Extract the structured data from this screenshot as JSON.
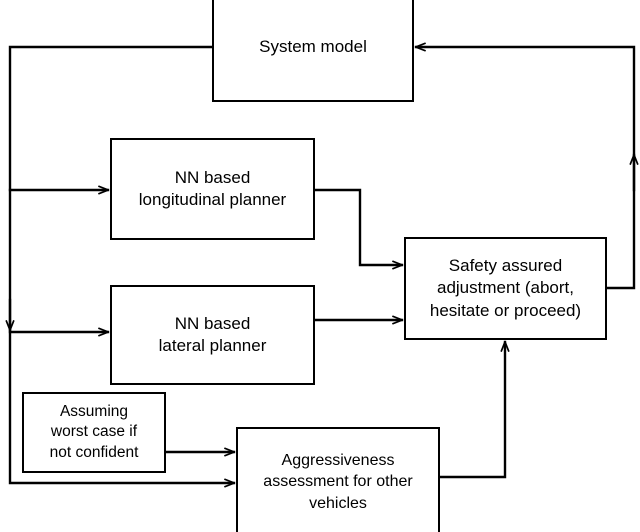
{
  "diagram": {
    "type": "block-flow-diagram",
    "title": "Safety assured neural-network motion planning architecture",
    "background_color": "#ffffff",
    "line_color": "#000000",
    "text_color": "#000000",
    "nodes": [
      {
        "id": "system-model",
        "label": "System model",
        "shape": "rectangle"
      },
      {
        "id": "nn-longitudinal-planner",
        "label": "NN based\nlongitudinal planner",
        "shape": "rectangle"
      },
      {
        "id": "nn-lateral-planner",
        "label": "NN based\nlateral planner",
        "shape": "rectangle"
      },
      {
        "id": "safety-assured-adjustment",
        "label": "Safety assured\nadjustment (abort,\nhesitate or proceed)",
        "shape": "rectangle"
      },
      {
        "id": "assuming-worst-case",
        "label": "Assuming\nworst case if\nnot confident",
        "shape": "rectangle"
      },
      {
        "id": "aggressiveness-assessment",
        "label": "Aggressiveness\nassessment for other\nvehicles",
        "shape": "rectangle"
      }
    ],
    "edges": [
      {
        "id": "edge-system-to-longitudinal",
        "from": "system-model",
        "to": "nn-longitudinal-planner",
        "label": "",
        "arrowhead": "end"
      },
      {
        "id": "edge-system-to-lateral",
        "from": "system-model",
        "to": "nn-lateral-planner",
        "label": "",
        "arrowhead": "end"
      },
      {
        "id": "edge-system-to-aggressiveness",
        "from": "system-model",
        "to": "aggressiveness-assessment",
        "label": "",
        "arrowhead": "end"
      },
      {
        "id": "edge-longitudinal-to-safety",
        "from": "nn-longitudinal-planner",
        "to": "safety-assured-adjustment",
        "label": "",
        "arrowhead": "end"
      },
      {
        "id": "edge-lateral-to-safety",
        "from": "nn-lateral-planner",
        "to": "safety-assured-adjustment",
        "label": "",
        "arrowhead": "end"
      },
      {
        "id": "edge-assuming-to-aggressiveness",
        "from": "assuming-worst-case",
        "to": "aggressiveness-assessment",
        "label": "",
        "arrowhead": "end"
      },
      {
        "id": "edge-aggressiveness-to-safety",
        "from": "aggressiveness-assessment",
        "to": "safety-assured-adjustment",
        "label": "",
        "arrowhead": "end"
      },
      {
        "id": "edge-safety-feedback-to-system",
        "from": "safety-assured-adjustment",
        "to": "system-model",
        "label": "",
        "arrowhead": "end"
      }
    ]
  }
}
